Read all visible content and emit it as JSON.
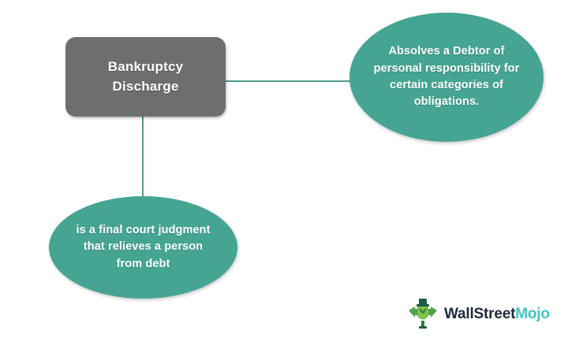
{
  "diagram": {
    "title": "Bankruptcy Discharge",
    "type": "concept-map",
    "background_color": "#ffffff",
    "center_node": {
      "id": "bankruptcy-discharge",
      "label_line1": "Bankruptcy",
      "label_line2": "Discharge",
      "shape": "rounded-rectangle",
      "fill_color": "#6e6e6e",
      "text_color": "#ffffff"
    },
    "branches": [
      {
        "id": "absolves",
        "text": "Absolves a Debtor of personal responsibility for certain categories of obligations.",
        "shape": "ellipse",
        "fill_color": "#45a592",
        "text_color": "#ffffff",
        "position": "top-right"
      },
      {
        "id": "judgment",
        "text": "is a final court judgment that relieves a person from debt",
        "shape": "ellipse",
        "fill_color": "#45a592",
        "text_color": "#ffffff",
        "position": "bottom-left"
      }
    ],
    "connectors": [
      {
        "id": "center-to-absolves",
        "from": "bankruptcy-discharge",
        "to": "absolves",
        "orientation": "horizontal",
        "color": "#4f9d8c"
      },
      {
        "id": "center-to-judgment",
        "from": "bankruptcy-discharge",
        "to": "judgment",
        "orientation": "vertical",
        "color": "#4f9d8c"
      }
    ]
  },
  "watermark": {
    "brand_first": "WallStreet",
    "brand_second": "Mojo",
    "first_color": "#1c2b3a",
    "second_color": "#3ec8c0",
    "icon_name": "wallstreetmojo-bull-logo-icon"
  }
}
